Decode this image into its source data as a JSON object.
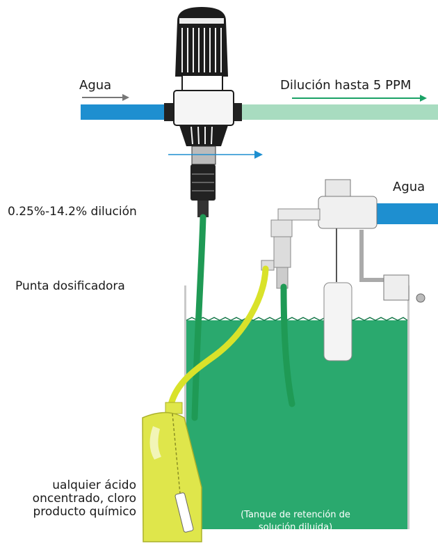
{
  "labels": {
    "agua_left": "Agua",
    "dilution_out": "Dilución hasta 5 PPM",
    "agua_right": "Agua",
    "dilution_range": "0.25%-14.2% dilución",
    "punta": "Punta dosificadora",
    "chemical_line1": "ualquier ácido",
    "chemical_line2": "oncentrado, cloro",
    "chemical_line3": "producto químico",
    "tank_line1": "(Tanque de retención de",
    "tank_line2": "solución diluida)"
  },
  "colors": {
    "pipe_blue": "#1e8fd0",
    "pipe_light_green": "#a8dcc0",
    "tank_green": "#2aa96e",
    "hose_green": "#1f9a55",
    "hose_yellow": "#d9e22a",
    "jug_yellow": "#dfe64b",
    "arrow_gray": "#777777",
    "arrow_green": "#1aa266",
    "arrow_blue": "#1e8fd0"
  }
}
